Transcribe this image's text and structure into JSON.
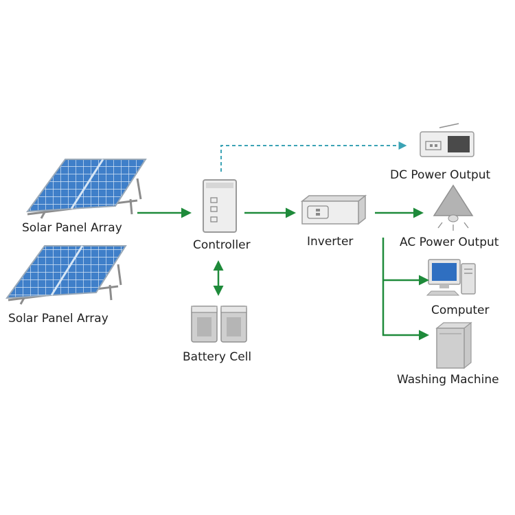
{
  "labels": {
    "solar_array_top": "Solar Panel Array",
    "solar_array_bottom": "Solar Panel Array",
    "controller": "Controller",
    "battery": "Battery Cell",
    "inverter": "Inverter",
    "dc_output": "DC Power Output",
    "ac_output": "AC Power Output",
    "computer": "Computer",
    "washing_machine": "Washing Machine"
  },
  "colors": {
    "arrow": "#1e8a3a",
    "dashed_arrow": "#3ba3b5",
    "panel_blue": "#3f7fc9",
    "panel_grid": "#d7e6f5",
    "frame_gray": "#8c8c8c",
    "device_fill": "#eeeeee",
    "device_stroke": "#9a9a9a"
  }
}
